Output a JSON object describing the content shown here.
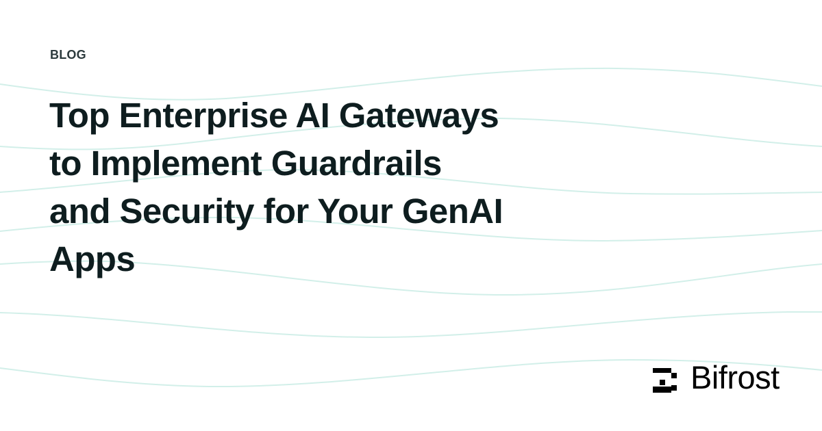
{
  "card": {
    "category": "BLOG",
    "title_lines": [
      "Top Enterprise AI Gateways",
      "to Implement Guardrails",
      "and Security for Your GenAI",
      "Apps"
    ]
  },
  "brand": {
    "name": "Bifrost",
    "logo_icon": "bifrost-pixel-bracket-icon"
  },
  "theme": {
    "background": "#ffffff",
    "title_color": "#0e1d1f",
    "category_color": "#2c3a3d",
    "wave_color": "#d2efe9",
    "logo_color": "#000000"
  }
}
